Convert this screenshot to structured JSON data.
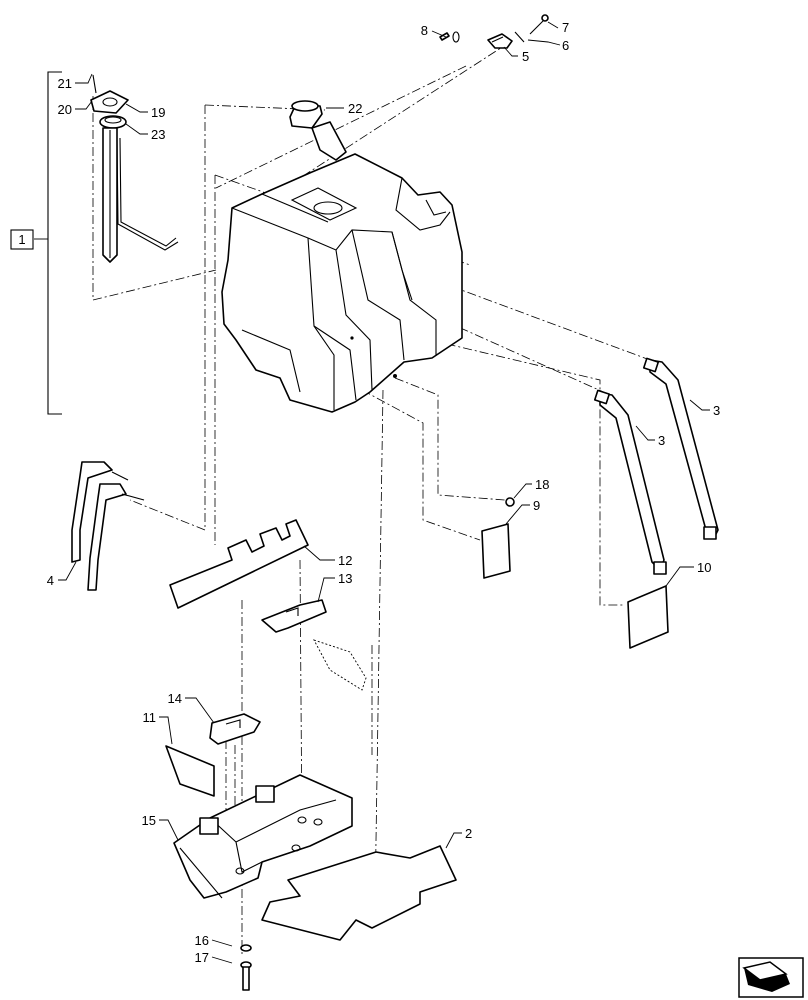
{
  "diagram": {
    "group_label": "1",
    "callouts": [
      {
        "id": "c1",
        "text": "8"
      },
      {
        "id": "c2",
        "text": "7"
      },
      {
        "id": "c3",
        "text": "6"
      },
      {
        "id": "c4",
        "text": "5"
      },
      {
        "id": "c5",
        "text": "21"
      },
      {
        "id": "c6",
        "text": "20"
      },
      {
        "id": "c7",
        "text": "19"
      },
      {
        "id": "c8",
        "text": "23"
      },
      {
        "id": "c9",
        "text": "22"
      },
      {
        "id": "c10",
        "text": "3"
      },
      {
        "id": "c11",
        "text": "3"
      },
      {
        "id": "c12",
        "text": "18"
      },
      {
        "id": "c13",
        "text": "9"
      },
      {
        "id": "c14",
        "text": "10"
      },
      {
        "id": "c15",
        "text": "4"
      },
      {
        "id": "c16",
        "text": "12"
      },
      {
        "id": "c17",
        "text": "13"
      },
      {
        "id": "c18",
        "text": "14"
      },
      {
        "id": "c19",
        "text": "11"
      },
      {
        "id": "c20",
        "text": "15"
      },
      {
        "id": "c21",
        "text": "2"
      },
      {
        "id": "c22",
        "text": "16"
      },
      {
        "id": "c23",
        "text": "17"
      }
    ]
  }
}
